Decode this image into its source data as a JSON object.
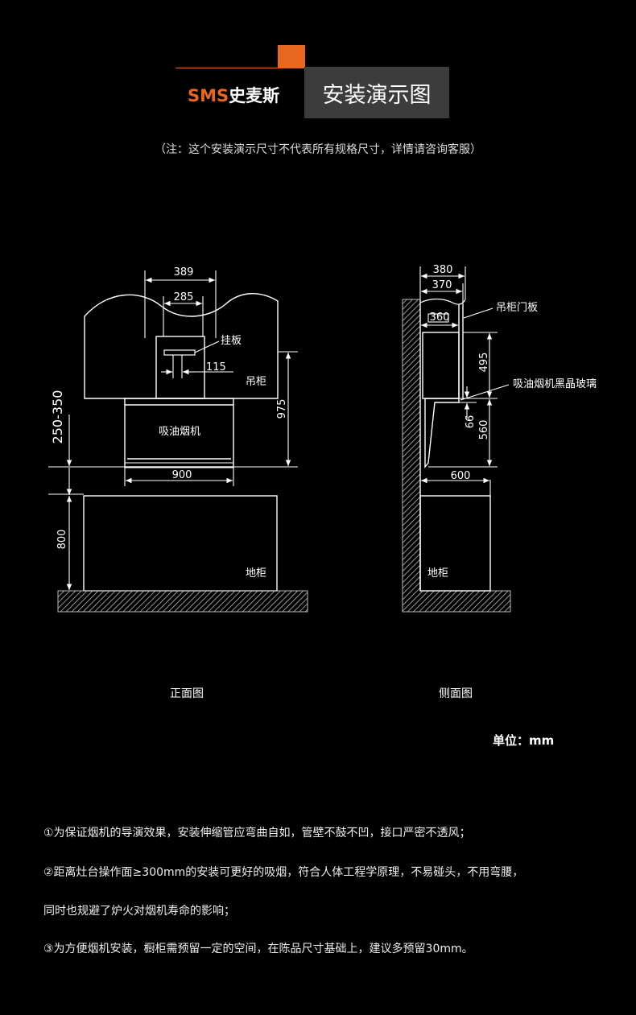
{
  "header": {
    "logo_latin": "SMS",
    "logo_cjk": "史麦斯",
    "title": "安装演示图",
    "note": "（注：这个安装演示尺寸不代表所有规格尺寸，详情请咨询客服）"
  },
  "front_view": {
    "caption": "正面图",
    "dim_389": "389",
    "dim_285": "285",
    "dim_115": "115",
    "dim_975": "975",
    "dim_250_350": "250-350",
    "dim_900": "900",
    "dim_800": "800",
    "label_hang_plate": "挂板",
    "label_wall_cabinet": "吊柜",
    "label_hood": "吸油烟机",
    "label_base_cabinet": "地柜"
  },
  "side_view": {
    "caption": "侧面图",
    "dim_380": "380",
    "dim_370": "370",
    "dim_360": "360",
    "dim_495": "495",
    "dim_66": "66",
    "dim_560": "560",
    "dim_600": "600",
    "label_cabinet_door": "吊柜门板",
    "label_glass": "吸油烟机黑晶玻璃",
    "label_base_cabinet": "地柜"
  },
  "unit_text": "单位：mm",
  "notes": [
    "①为保证烟机的导演效果，安装伸缩管应弯曲自如，管壁不鼓不凹，接口严密不透风；",
    "②距离灶台操作面≥300mm的安装可更好的吸烟，符合人体工程学原理，不易碰头，不用弯腰，",
    "同时也规避了炉火对烟机寿命的影响；",
    "③为方便烟机安装，橱柜需预留一定的空间，在陈品尺寸基础上，建议多预留30mm。"
  ],
  "colors": {
    "accent": "#e8661e",
    "title_bg": "#3c3c3c",
    "background": "#000000"
  }
}
